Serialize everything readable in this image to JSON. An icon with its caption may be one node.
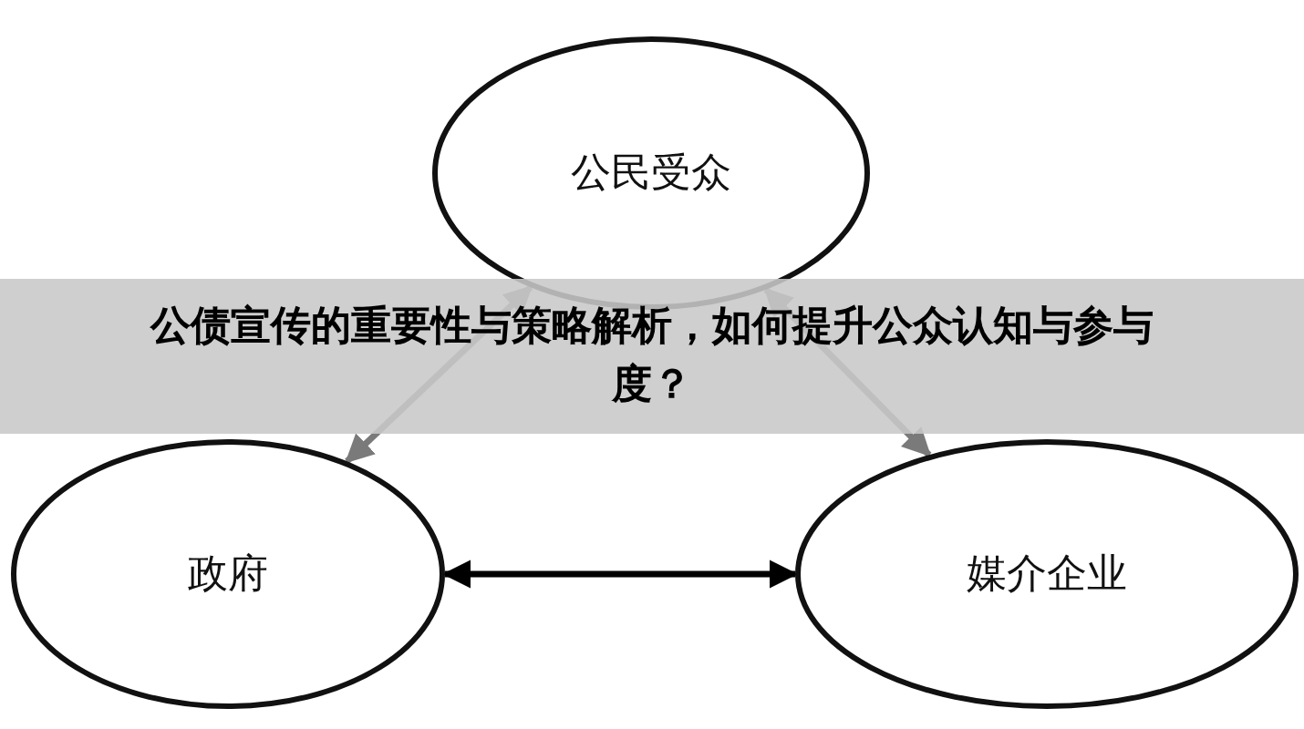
{
  "diagram": {
    "title": "公债宣传的重要性与策略解析，如何提升公众认知与参与度？",
    "nodes": [
      {
        "text": [
          "公民受众"
        ]
      },
      {
        "text": [
          "政府"
        ]
      },
      {
        "text": [
          "媒介企业"
        ]
      }
    ],
    "edges": [
      {
        "from": 0,
        "to": 1,
        "arrow": "both"
      },
      {
        "from": 0,
        "to": 2,
        "arrow": "both"
      },
      {
        "from": 1,
        "to": 2,
        "arrow": "both",
        "color": "#000000"
      }
    ]
  }
}
